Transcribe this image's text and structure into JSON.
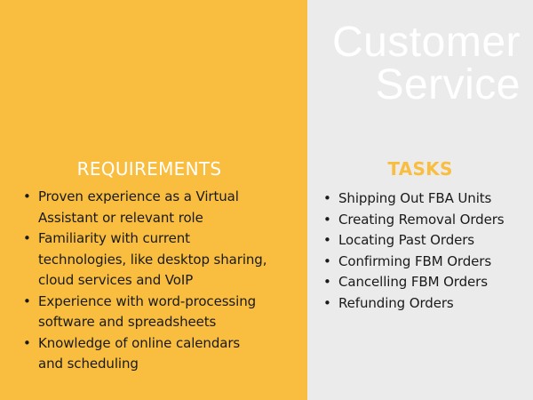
{
  "title": {
    "line1": "Customer",
    "line2": "Service"
  },
  "colors": {
    "accent": "#f9be3f",
    "panel_right": "#ebebeb",
    "text_dark": "#1a1a1a",
    "text_light": "#ffffff"
  },
  "requirements": {
    "heading": "REQUIREMENTS",
    "items": [
      {
        "line1": "Proven experience as a Virtual",
        "line2": "Assistant or relevant role"
      },
      {
        "line1": "Familiarity with current",
        "line2": "technologies, like desktop sharing,",
        "line3": "cloud services and VoIP"
      },
      {
        "line1": "Experience with word-processing",
        "line2": "software and spreadsheets"
      },
      {
        "line1": "Knowledge of online calendars",
        "line2": "and scheduling"
      }
    ]
  },
  "tasks": {
    "heading": "TASKS",
    "items": [
      "Shipping Out FBA Units",
      "Creating Removal Orders",
      "Locating Past Orders",
      "Confirming FBM Orders",
      "Cancelling FBM Orders",
      "Refunding Orders"
    ]
  }
}
